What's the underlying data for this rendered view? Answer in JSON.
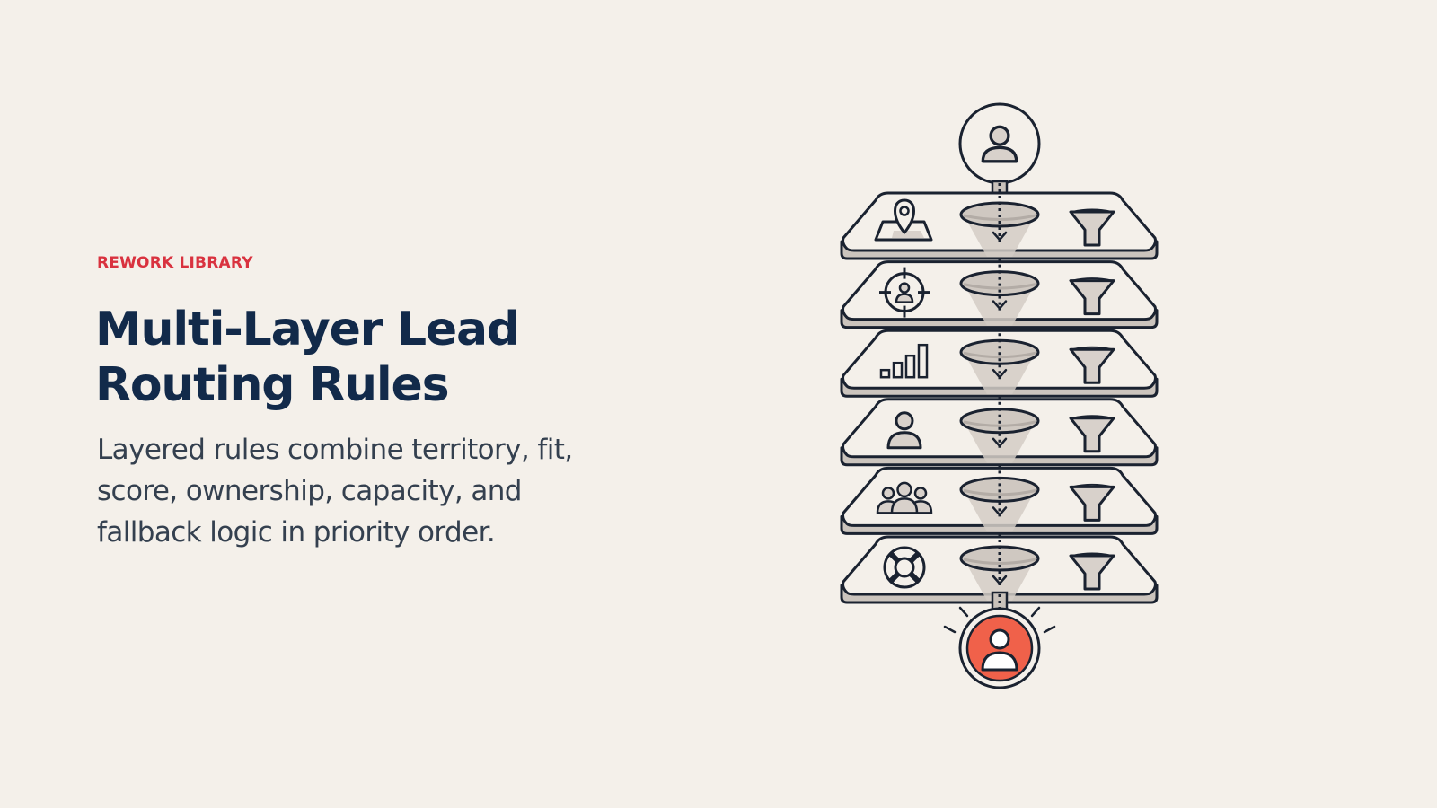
{
  "eyebrow": "REWORK LIBRARY",
  "title_line1": "Multi-Layer Lead",
  "title_line2": "Routing Rules",
  "subtitle_line1": "Layered rules combine territory, fit,",
  "subtitle_line2": "score, ownership, capacity, and",
  "subtitle_line3": "fallback logic in priority order.",
  "colors": {
    "eyebrow": "#d9323f",
    "title": "#122a4a",
    "body": "#34404f",
    "background": "#f4f0ea",
    "outline": "#1a2230",
    "accent": "#f0614a",
    "funnel_fill": "#d8d1cb"
  },
  "diagram": {
    "input_icon": "person-icon",
    "output_icon": "person-highlight-icon",
    "layers": [
      {
        "rule": "territory",
        "icon": "map-pin-icon",
        "filter_icon": "funnel-icon"
      },
      {
        "rule": "fit",
        "icon": "target-person-icon",
        "filter_icon": "funnel-icon"
      },
      {
        "rule": "score",
        "icon": "bar-chart-icon",
        "filter_icon": "funnel-icon"
      },
      {
        "rule": "ownership",
        "icon": "person-icon",
        "filter_icon": "funnel-icon"
      },
      {
        "rule": "capacity",
        "icon": "team-icon",
        "filter_icon": "funnel-icon"
      },
      {
        "rule": "fallback",
        "icon": "lifebuoy-icon",
        "filter_icon": "funnel-icon"
      }
    ]
  }
}
